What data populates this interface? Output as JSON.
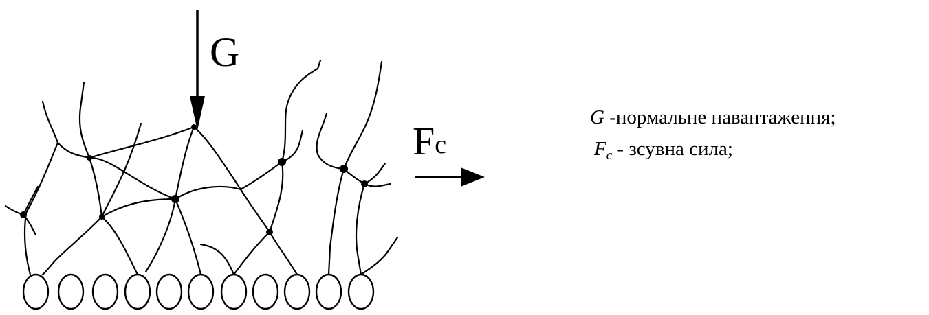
{
  "diagram": {
    "load_label": "G",
    "shear_label_main": "F",
    "shear_label_sub": "c"
  },
  "legend": {
    "items": [
      {
        "symbol": "G",
        "subscript": "",
        "text": " -нормальне навантаження;"
      },
      {
        "symbol": "F",
        "subscript": "c",
        "text": " - зсувна сила;"
      }
    ]
  }
}
